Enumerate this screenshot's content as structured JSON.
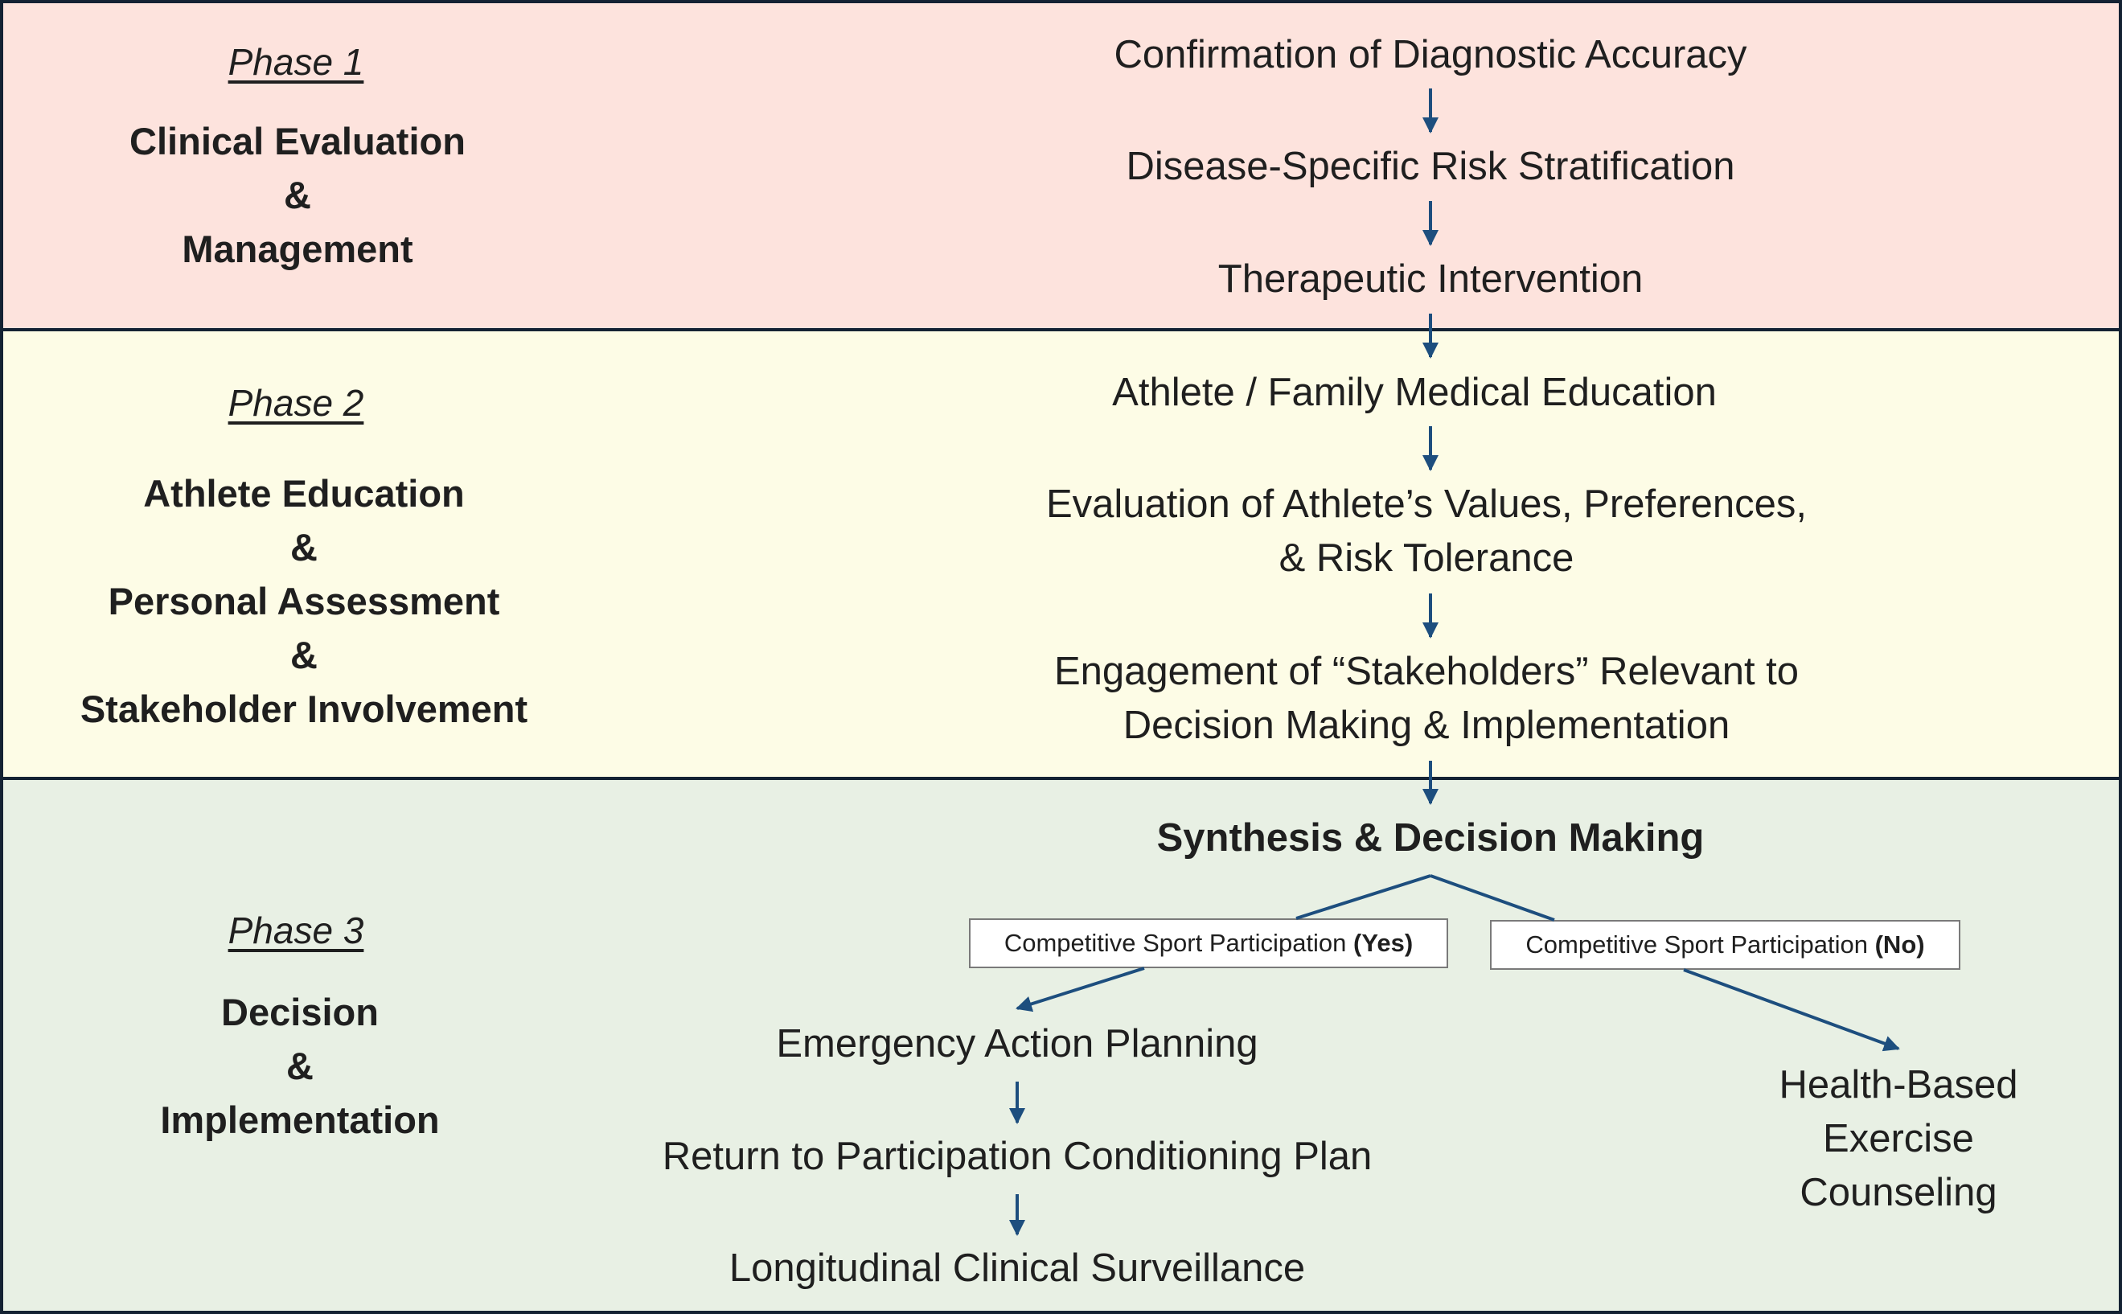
{
  "phases": [
    {
      "heading": "Phase 1",
      "title_lines": [
        "Clinical Evaluation",
        "&",
        "Management"
      ]
    },
    {
      "heading": "Phase 2",
      "title_lines": [
        "Athlete Education",
        "&",
        "Personal Assessment",
        "&",
        "Stakeholder Involvement"
      ]
    },
    {
      "heading": "Phase 3",
      "title_lines": [
        "Decision",
        "&",
        "Implementation"
      ]
    }
  ],
  "phase1_steps": [
    "Confirmation of Diagnostic Accuracy",
    "Disease-Specific Risk Stratification",
    "Therapeutic Intervention"
  ],
  "phase2_steps": {
    "education": "Athlete / Family Medical Education",
    "values_line1": "Evaluation of Athlete’s Values, Preferences,",
    "values_line2": "& Risk Tolerance",
    "stakeholders_line1": "Engagement of “Stakeholders” Relevant to",
    "stakeholders_line2": "Decision Making & Implementation"
  },
  "phase3": {
    "decision": "Synthesis & Decision Making",
    "yes_branch": {
      "label": "Competitive Sport Participation",
      "answer": "(Yes)"
    },
    "no_branch": {
      "label": "Competitive Sport Participation",
      "answer": "(No)"
    },
    "yes_steps": [
      "Emergency Action Planning",
      "Return to Participation Conditioning Plan",
      "Longitudinal Clinical Surveillance"
    ],
    "no_step_lines": [
      "Health-Based",
      "Exercise",
      "Counseling"
    ]
  },
  "colors": {
    "phase1_bg": "#fde3dd",
    "phase2_bg": "#fdfce6",
    "phase3_bg": "#e8f0e4",
    "border": "#142233",
    "arrow": "#1d4e7e"
  }
}
